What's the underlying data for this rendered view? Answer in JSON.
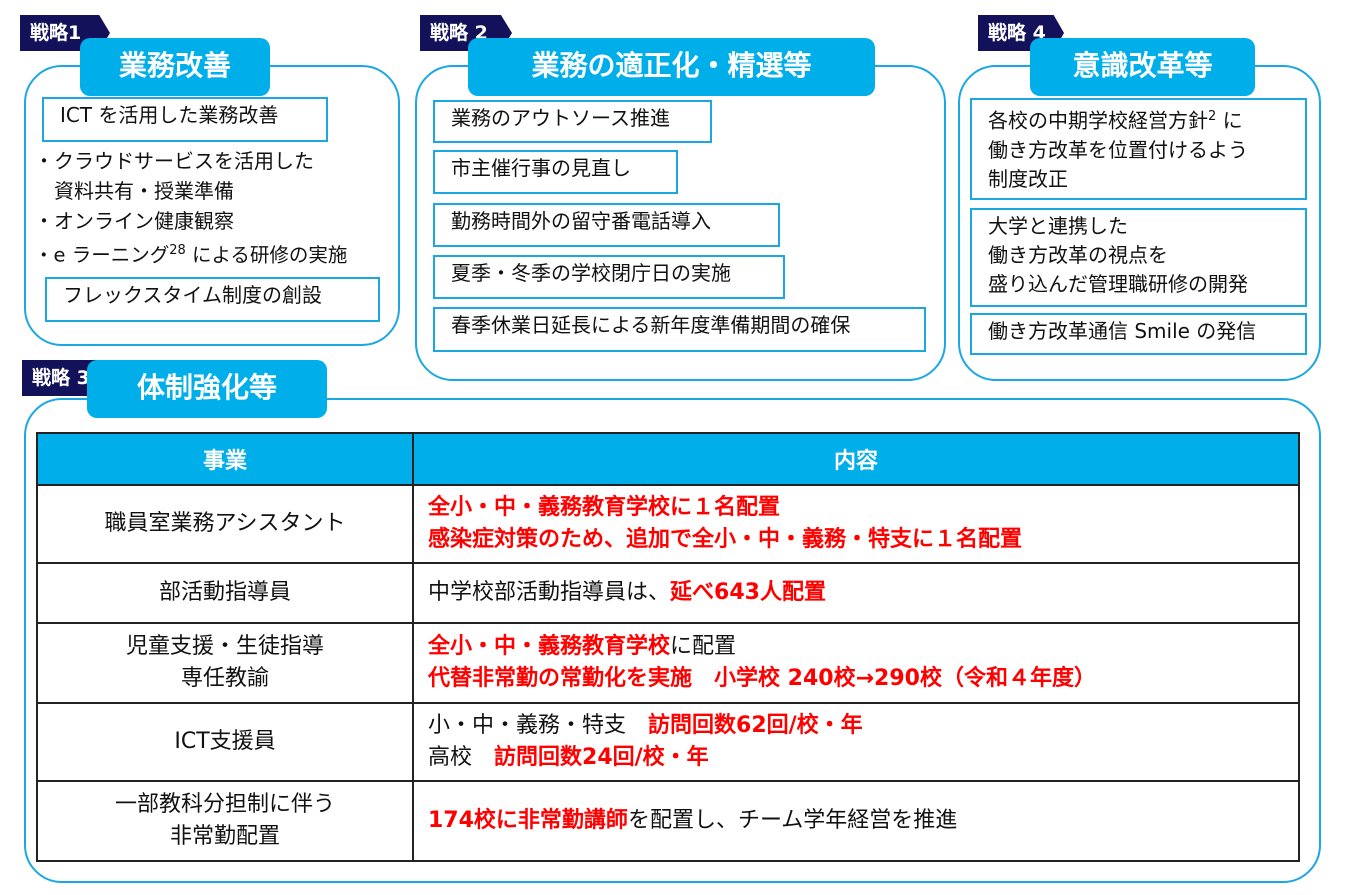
{
  "s1": {
    "tag": "戦略1",
    "title": "業務改善",
    "box1": "ICT を活用した業務改善",
    "bullets": [
      "・クラウドサービスを活用した",
      "　資料共有・授業準備",
      "・オンライン健康観察"
    ],
    "bullet4_pre": "・e ラーニング",
    "bullet4_sup": "28",
    "bullet4_post": " による研修の実施",
    "box2": "フレックスタイム制度の創設"
  },
  "s2": {
    "tag": "戦略 2",
    "title": "業務の適正化・精選等",
    "items": [
      "業務のアウトソース推進",
      "市主催行事の見直し",
      "勤務時間外の留守番電話導入",
      "夏季・冬季の学校閉庁日の実施",
      "春季休業日延長による新年度準備期間の確保"
    ]
  },
  "s4": {
    "tag": "戦略 4",
    "title": "意識改革等",
    "item1_line1": "各校の中期学校経営方針",
    "item1_sup": "2",
    "item1_line1_end": " に",
    "item1_line2": "働き方改革を位置付けるよう",
    "item1_line3": "制度改正",
    "item2_lines": [
      "大学と連携した",
      "働き方改革の視点を",
      "盛り込んだ管理職研修の開発"
    ],
    "item3": "働き方改革通信 Smile の発信"
  },
  "s3": {
    "tag": "戦略 3",
    "title": "体制強化等",
    "table": {
      "headers": [
        "事業",
        "内容"
      ],
      "rows": [
        {
          "name": [
            "職員室業務アシスタント"
          ],
          "content": [
            [
              {
                "t": "全小・中・義務教育学校に１名配置",
                "red": true
              }
            ],
            [
              {
                "t": "感染症対策のため、追加で全小・中・義務・特支に１名配置",
                "red": true
              }
            ]
          ]
        },
        {
          "name": [
            "部活動指導員"
          ],
          "content": [
            [
              {
                "t": "中学校部活動指導員は、",
                "red": false
              },
              {
                "t": "延べ643人配置",
                "red": true
              }
            ]
          ]
        },
        {
          "name": [
            "児童支援・生徒指導",
            "専任教諭"
          ],
          "content": [
            [
              {
                "t": "全小・中・義務教育学校",
                "red": true
              },
              {
                "t": "に配置",
                "red": false
              }
            ],
            [
              {
                "t": "代替非常勤の常勤化を実施　小学校 240校→290校（令和４年度）",
                "red": true
              }
            ]
          ]
        },
        {
          "name": [
            "ICT支援員"
          ],
          "content": [
            [
              {
                "t": "小・中・義務・特支　",
                "red": false
              },
              {
                "t": "訪問回数62回/校・年",
                "red": true
              }
            ],
            [
              {
                "t": "高校　",
                "red": false
              },
              {
                "t": "訪問回数24回/校・年",
                "red": true
              }
            ]
          ]
        },
        {
          "name": [
            "一部教科分担制に伴う",
            "非常勤配置"
          ],
          "content": [
            [
              {
                "t": "174校に非常勤講師",
                "red": true
              },
              {
                "t": "を配置し、チーム学年経営を推進",
                "red": false
              }
            ]
          ]
        }
      ]
    }
  }
}
